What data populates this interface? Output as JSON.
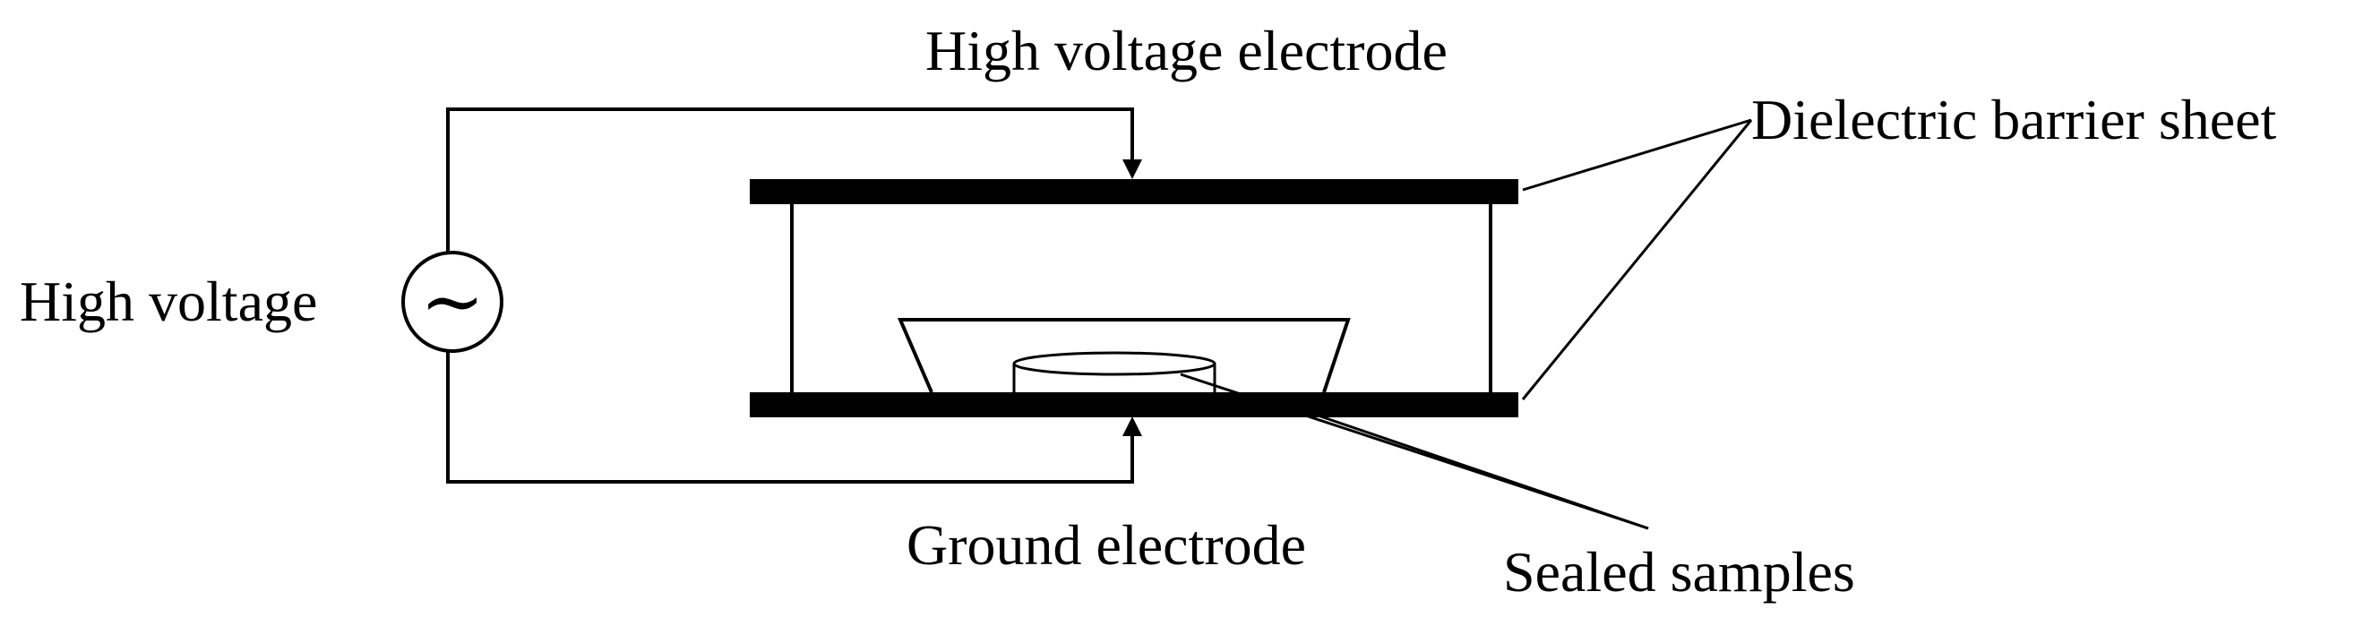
{
  "labels": {
    "high_voltage_electrode": "High voltage electrode",
    "dielectric_barrier_sheet": "Dielectric barrier sheet",
    "high_voltage": "High voltage",
    "ground_electrode": "Ground electrode",
    "sealed_samples": "Sealed samples"
  },
  "source_symbol": "~",
  "colors": {
    "ink": "#000000",
    "background": "#ffffff"
  }
}
